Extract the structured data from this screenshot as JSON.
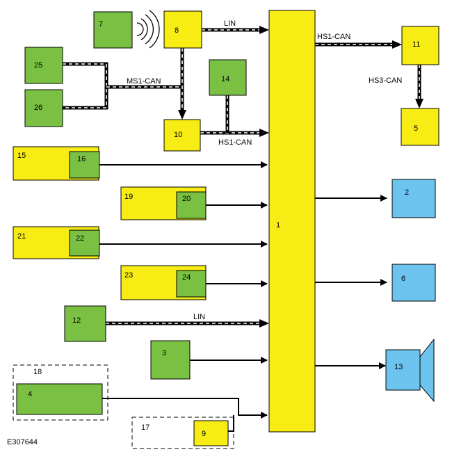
{
  "colors": {
    "yellow": "#f7ec13",
    "green": "#7ac143",
    "blue": "#6cc4ee",
    "line": "#000000"
  },
  "modules": {
    "m1": "1",
    "m2": "2",
    "m3": "3",
    "m4": "4",
    "m5": "5",
    "m6": "6",
    "m7": "7",
    "m8": "8",
    "m9": "9",
    "m10": "10",
    "m11": "11",
    "m12": "12",
    "m13": "13",
    "m14": "14",
    "m15": "15",
    "m16": "16",
    "m17": "17",
    "m18": "18",
    "m19": "19",
    "m20": "20",
    "m21": "21",
    "m22": "22",
    "m23": "23",
    "m24": "24",
    "m25": "25",
    "m26": "26"
  },
  "buses": {
    "lin_top": "LIN",
    "hs1_top": "HS1-CAN",
    "ms1": "MS1-CAN",
    "hs3": "HS3-CAN",
    "hs1_mid": "HS1-CAN",
    "lin_12": "LIN"
  },
  "reference": "E307644"
}
